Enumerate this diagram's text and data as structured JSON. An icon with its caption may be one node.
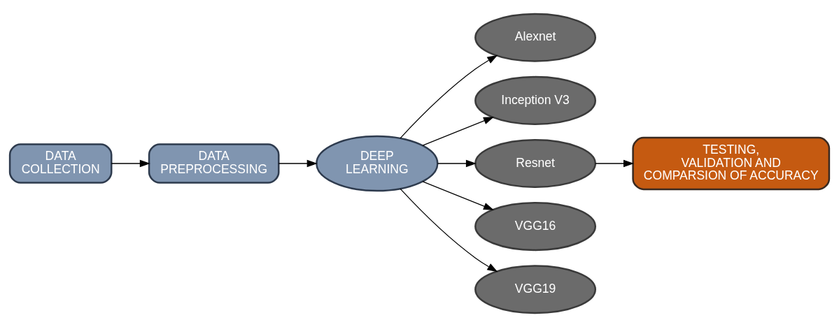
{
  "diagram": {
    "nodes": [
      {
        "text": [
          "DATA COLLECTION"
        ]
      },
      {
        "text": [
          "DATA PREPROCESSING"
        ]
      },
      {
        "text": [
          "DEEP LEARNING"
        ]
      },
      {
        "text": [
          "Alexnet"
        ]
      },
      {
        "text": [
          "Inception V3"
        ]
      },
      {
        "text": [
          "Resnet"
        ]
      },
      {
        "text": [
          "VGG16"
        ]
      },
      {
        "text": [
          "VGG19"
        ]
      },
      {
        "text": [
          "TESTING, VALIDATION AND COMPARSION OF ACCURACY"
        ]
      }
    ],
    "edges": [
      {
        "from": 0,
        "to": 1,
        "arrow": "to"
      },
      {
        "from": 1,
        "to": 2,
        "arrow": "to"
      },
      {
        "from": 2,
        "to": 3,
        "arrow": "to"
      },
      {
        "from": 2,
        "to": 4,
        "arrow": "to"
      },
      {
        "from": 2,
        "to": 5,
        "arrow": "to"
      },
      {
        "from": 2,
        "to": 6,
        "arrow": "to"
      },
      {
        "from": 2,
        "to": 7,
        "arrow": "to"
      },
      {
        "from": 5,
        "to": 8,
        "arrow": "to"
      }
    ]
  }
}
